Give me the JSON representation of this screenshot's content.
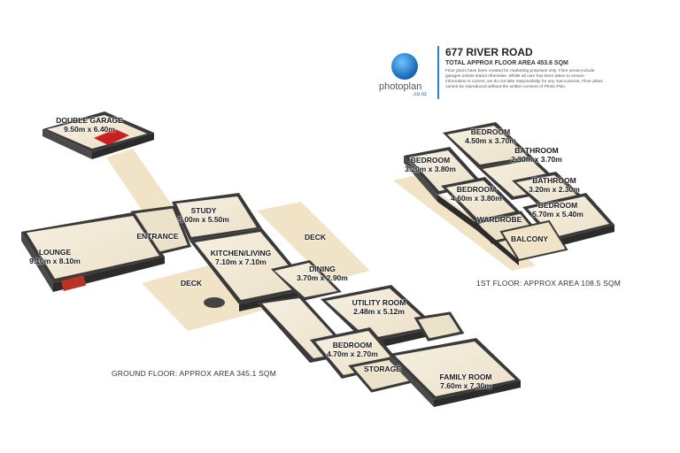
{
  "header": {
    "address": "677 RIVER ROAD",
    "total_area": "TOTAL APPROX FLOOR AREA 453.6 SQM",
    "disclaimer": "Floor plans have been created for marketing purposes only. Floor areas include garages unless stated otherwise. Whilst all care has been taken to ensure information is correct, we do not take responsibility for any inaccuracies. Floor plans cannot be reproduced without the written consent of Photo Plan."
  },
  "logo": {
    "wordmark": "photoplan",
    "sub": ".co.nz"
  },
  "ground_floor": {
    "area_label": "GROUND FLOOR: APPROX AREA 345.1 SQM",
    "rooms": {
      "double_garage": {
        "name": "DOUBLE GARAGE",
        "dims": "9.50m x 6.40m"
      },
      "study": {
        "name": "STUDY",
        "dims": "5.00m x 5.50m"
      },
      "entrance": {
        "name": "ENTRANCE"
      },
      "lounge": {
        "name": "LOUNGE",
        "dims": "9.10m x 8.10m"
      },
      "kitchen": {
        "name": "KITCHEN/LIVING",
        "dims": "7.10m x 7.10m"
      },
      "deck_upper": {
        "name": "DECK"
      },
      "deck_lower": {
        "name": "DECK"
      },
      "dining": {
        "name": "DINING",
        "dims": "3.70m x 2.90m"
      },
      "utility": {
        "name": "UTILITY ROOM",
        "dims": "2.48m x 5.12m"
      },
      "bedroom": {
        "name": "BEDROOM",
        "dims": "4.70m x 2.70m"
      },
      "storage": {
        "name": "STORAGE"
      },
      "family": {
        "name": "FAMILY ROOM",
        "dims": "7.60m x 7.30m"
      }
    }
  },
  "first_floor": {
    "area_label": "1ST FLOOR: APPROX AREA 108.5 SQM",
    "rooms": {
      "bedroom_top": {
        "name": "BEDROOM",
        "dims": "4.50m x 3.70m"
      },
      "bathroom1": {
        "name": "BATHROOM",
        "dims": "2.30m x 3.70m"
      },
      "bedroom_left": {
        "name": "BEDROOM",
        "dims": "3.20m x 3.80m"
      },
      "bedroom_mid": {
        "name": "BEDROOM",
        "dims": "4.60m x 3.80m"
      },
      "bathroom2": {
        "name": "BATHROOM",
        "dims": "3.20m x 2.30m"
      },
      "bedroom_right": {
        "name": "BEDROOM",
        "dims": "5.70m x 5.40m"
      },
      "wardrobe": {
        "name": "WARDROBE"
      },
      "balcony": {
        "name": "BALCONY"
      }
    }
  },
  "colors": {
    "floor": "#f3ead8",
    "wall_top": "#ffffff",
    "wall_side": "#3a3a3a",
    "deck": "#f1e3c6",
    "accent": "#2a7fd0",
    "garage_car": "#cc1f1f"
  }
}
